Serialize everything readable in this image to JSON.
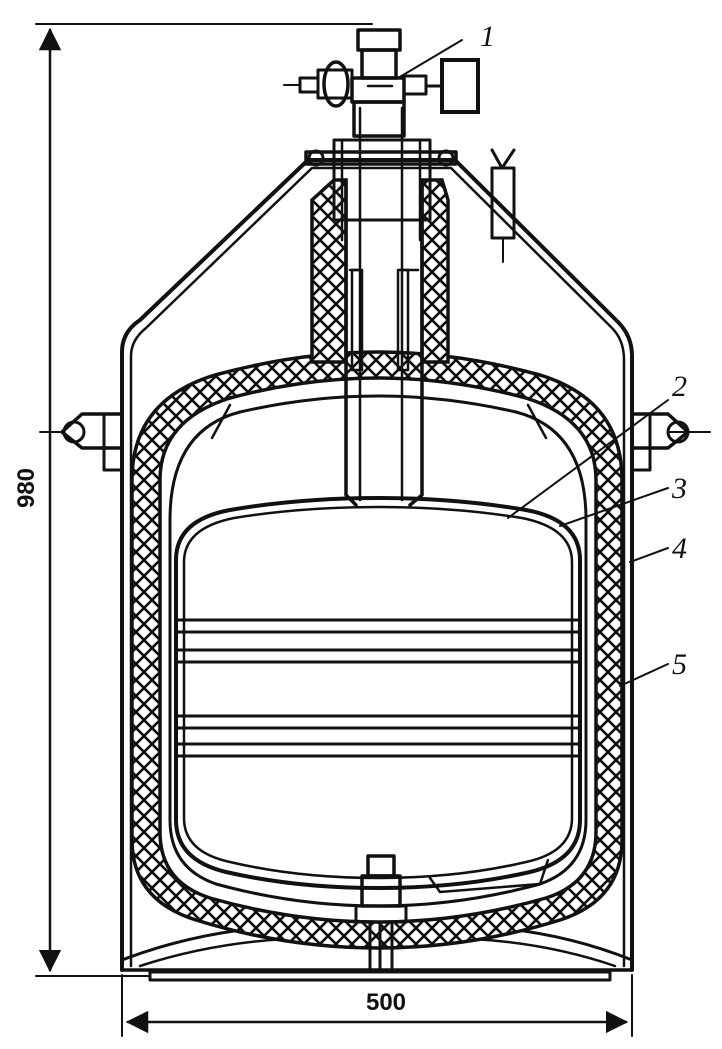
{
  "dimensions": {
    "height": "980",
    "width": "500"
  },
  "callouts": [
    "1",
    "2",
    "3",
    "4",
    "5"
  ],
  "colors": {
    "ink": "#111111",
    "paper": "#ffffff"
  }
}
